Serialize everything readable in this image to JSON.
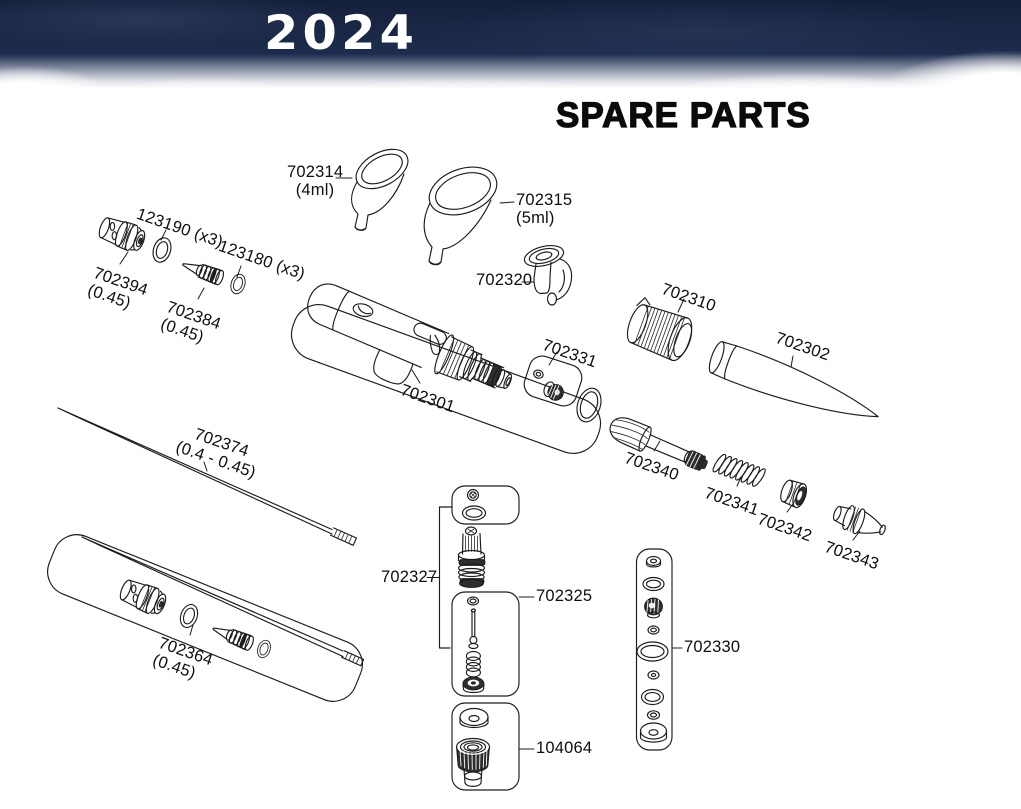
{
  "banner": {
    "year": "2024"
  },
  "title": "SPARE PARTS",
  "colors": {
    "banner_navy": "#1b2948",
    "title_black": "#0b0b0b",
    "line_art": "#1c1c1c"
  },
  "parts": [
    {
      "id": "702314",
      "number": "702314",
      "size": "(4ml)"
    },
    {
      "id": "702315",
      "number": "702315",
      "size": "(5ml)"
    },
    {
      "id": "702320",
      "number": "702320"
    },
    {
      "id": "123190",
      "number": "123190 (x3)"
    },
    {
      "id": "123180",
      "number": "123180 (x3)"
    },
    {
      "id": "702394",
      "number": "702394",
      "size": "(0.45)"
    },
    {
      "id": "702384",
      "number": "702384",
      "size": "(0.45)"
    },
    {
      "id": "702301",
      "number": "702301"
    },
    {
      "id": "702331",
      "number": "702331"
    },
    {
      "id": "702310",
      "number": "702310"
    },
    {
      "id": "702302",
      "number": "702302"
    },
    {
      "id": "702340",
      "number": "702340"
    },
    {
      "id": "702341",
      "number": "702341"
    },
    {
      "id": "702342",
      "number": "702342"
    },
    {
      "id": "702343",
      "number": "702343"
    },
    {
      "id": "702374",
      "number": "702374",
      "size": "(0.4 - 0.45)"
    },
    {
      "id": "702364",
      "number": "702364",
      "size": "(0.45)"
    },
    {
      "id": "702327",
      "number": "702327"
    },
    {
      "id": "702325",
      "number": "702325"
    },
    {
      "id": "702330",
      "number": "702330"
    },
    {
      "id": "104064",
      "number": "104064"
    }
  ]
}
